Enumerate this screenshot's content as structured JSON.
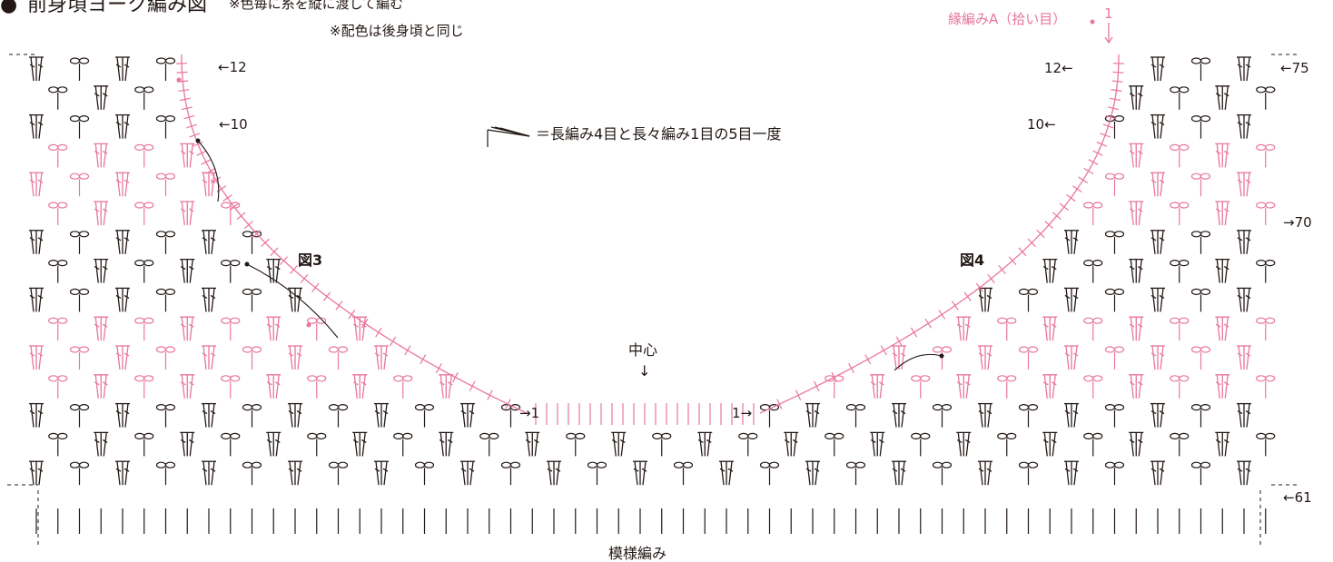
{
  "heading": {
    "bullet": "●",
    "title": "前身頃ヨーク編み図",
    "note_1": "※色毎に糸を縦に渡して編む",
    "note_2": "※配色は後身頃と同じ"
  },
  "legend": {
    "symbol_icon": "five-together-stitch-icon",
    "text": "＝長編み4目と長々編み1目の5目一度"
  },
  "edging": {
    "label": "縁編みA（拾い目）",
    "start_mark": "1"
  },
  "figures": {
    "left": "図3",
    "right": "図4"
  },
  "center": {
    "label": "中心",
    "arrow": "↓"
  },
  "pattern_label": "模様編み",
  "row_labels": {
    "r75": "←75",
    "r70": "→70",
    "r61": "←61",
    "left_12": "←12",
    "left_10": "←10",
    "left_1": "→1",
    "right_12": "12←",
    "right_10": "10←",
    "right_1": "1→"
  },
  "colors": {
    "ink": "#231815",
    "accent": "#e8769f"
  }
}
